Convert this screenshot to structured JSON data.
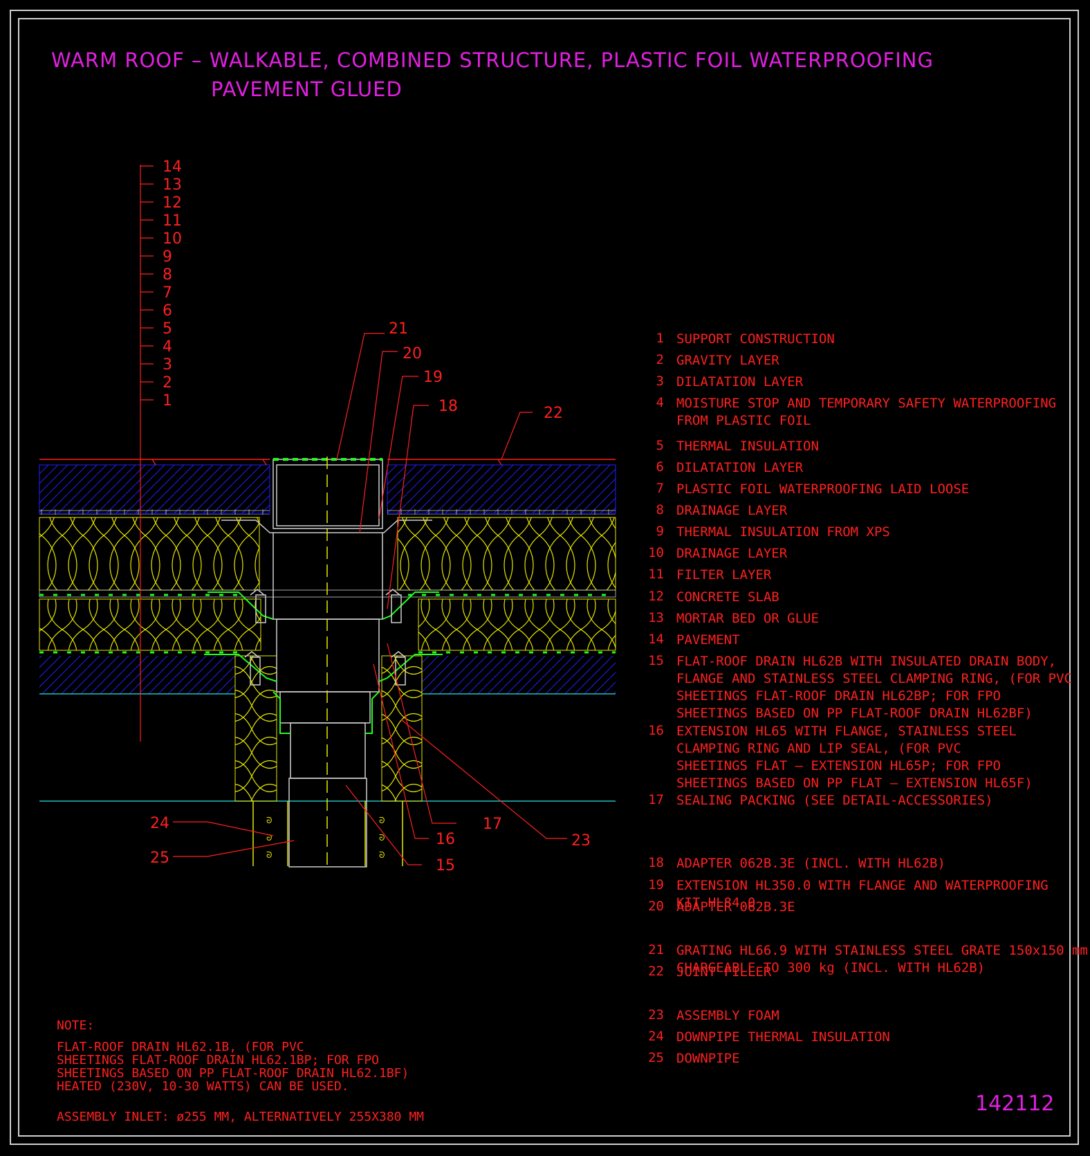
{
  "title": {
    "line1": "WARM ROOF – WALKABLE, COMBINED STRUCTURE, PLASTIC FOIL WATERPROOFING",
    "line2": "PAVEMENT GLUED"
  },
  "drawing_number": "142112",
  "layer_tags": [
    "14",
    "13",
    "12",
    "11",
    "10",
    "9",
    "8",
    "7",
    "6",
    "5",
    "4",
    "3",
    "2",
    "1"
  ],
  "callouts": [
    "21",
    "20",
    "19",
    "18",
    "22",
    "17",
    "16",
    "15",
    "23",
    "24",
    "25"
  ],
  "legend": [
    {
      "num": "1",
      "text": "SUPPORT CONSTRUCTION"
    },
    {
      "num": "2",
      "text": "GRAVITY LAYER"
    },
    {
      "num": "3",
      "text": "DILATATION LAYER"
    },
    {
      "num": "4",
      "text": "MOISTURE STOP AND TEMPORARY SAFETY WATERPROOFING\nFROM PLASTIC FOIL"
    },
    {
      "num": "5",
      "text": "THERMAL INSULATION"
    },
    {
      "num": "6",
      "text": "DILATATION LAYER"
    },
    {
      "num": "7",
      "text": "PLASTIC FOIL WATERPROOFING LAID LOOSE"
    },
    {
      "num": "8",
      "text": "DRAINAGE LAYER"
    },
    {
      "num": "9",
      "text": "THERMAL INSULATION FROM XPS"
    },
    {
      "num": "10",
      "text": "DRAINAGE LAYER"
    },
    {
      "num": "11",
      "text": "FILTER LAYER"
    },
    {
      "num": "12",
      "text": "CONCRETE SLAB"
    },
    {
      "num": "13",
      "text": "MORTAR BED OR GLUE"
    },
    {
      "num": "14",
      "text": "PAVEMENT"
    },
    {
      "num": "15",
      "text": "FLAT-ROOF DRAIN HL62B WITH INSULATED DRAIN BODY,\nFLANGE AND STAINLESS STEEL CLAMPING RING, (FOR PVC\nSHEETINGS FLAT-ROOF DRAIN HL62BP; FOR FPO\nSHEETINGS BASED ON PP FLAT-ROOF DRAIN HL62BF)"
    },
    {
      "num": "16",
      "text": "EXTENSION HL65 WITH FLANGE, STAINLESS STEEL\nCLAMPING RING AND LIP SEAL, (FOR PVC\nSHEETINGS FLAT – EXTENSION HL65P; FOR FPO\nSHEETINGS BASED ON PP FLAT – EXTENSION HL65F)"
    },
    {
      "num": "17",
      "text": "SEALING PACKING (SEE DETAIL-ACCESSORIES)"
    },
    {
      "num": "18",
      "text": "ADAPTER 062B.3E (INCL. WITH HL62B)"
    },
    {
      "num": "19",
      "text": "EXTENSION HL350.0 WITH FLANGE AND WATERPROOFING\nKIT HL84.0"
    },
    {
      "num": "20",
      "text": "ADAPTER 062B.3E"
    },
    {
      "num": "21",
      "text": "GRATING HL66.9 WITH STAINLESS STEEL GRATE 150x150 mm\nCHARGEABLE TO 300 kg (INCL. WITH HL62B)"
    },
    {
      "num": "22",
      "text": "JOINT FILLER"
    },
    {
      "num": "23",
      "text": "ASSEMBLY FOAM"
    },
    {
      "num": "24",
      "text": "DOWNPIPE THERMAL INSULATION"
    },
    {
      "num": "25",
      "text": "DOWNPIPE"
    }
  ],
  "note": {
    "heading": "NOTE:",
    "body": "FLAT-ROOF DRAIN HL62.1B, (FOR PVC\nSHEETINGS FLAT-ROOF DRAIN HL62.1BP; FOR FPO\nSHEETINGS BASED ON PP FLAT-ROOF DRAIN HL62.1BF)\nHEATED (230V, 10-30 WATTS) CAN BE USED.",
    "inlet": "ASSEMBLY INLET: ø255 MM, ALTERNATIVELY 255X380 MM"
  },
  "colors": {
    "title": "#e020e0",
    "annotation": "#ff2020",
    "insulation": "#e8e800",
    "concrete": "#2020ff",
    "membrane": "#20ff20",
    "background": "#000000"
  }
}
